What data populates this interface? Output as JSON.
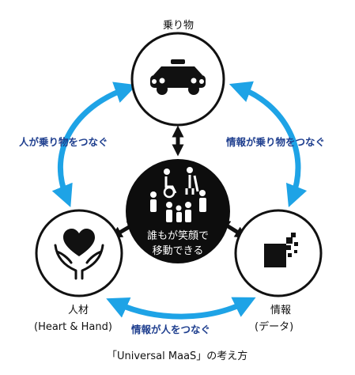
{
  "nodes": {
    "vehicle": "乗り物",
    "people": "人材",
    "people_sub": "(Heart & Hand)",
    "info": "情報",
    "info_sub": "(データ)"
  },
  "links": {
    "people_vehicle": "人が乗り物をつなぐ",
    "info_vehicle": "情報が乗り物をつなぐ",
    "info_people": "情報が人をつなぐ"
  },
  "center": {
    "line1": "誰もが笑顔で",
    "line2": "移動できる"
  },
  "caption": "「Universal MaaS」の考え方",
  "colors": {
    "arrow_blue": "#1ea3e6",
    "label_blue": "#1f3f8f",
    "hub_black": "#0d0d0d"
  }
}
